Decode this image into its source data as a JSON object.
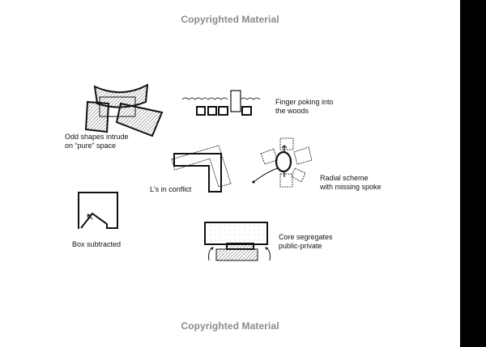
{
  "watermark_top": "Copyrighted Material",
  "watermark_bottom": "Copyrighted Material",
  "captions": {
    "odd_shapes": [
      "Odd shapes intrude",
      "on “pure” space"
    ],
    "finger": [
      "Finger poking into",
      "the woods"
    ],
    "ls_conflict": [
      "L's in conflict"
    ],
    "radial": [
      "Radial scheme",
      "with missing spoke"
    ],
    "box": [
      "Box subtracted"
    ],
    "core": [
      "Core segregates",
      "public-private"
    ]
  }
}
